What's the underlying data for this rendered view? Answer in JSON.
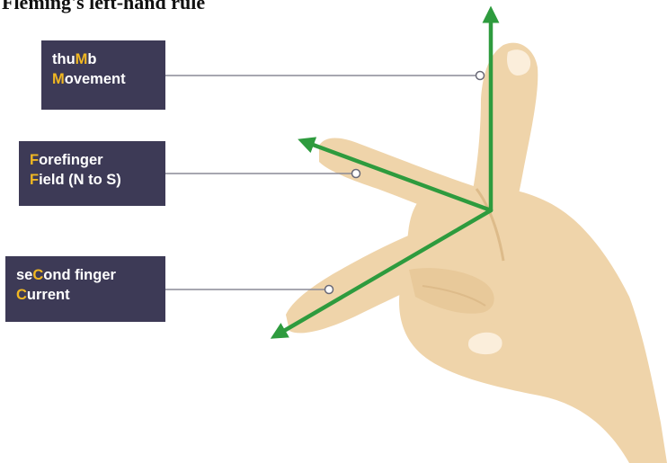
{
  "title": "Fleming's left-hand rule",
  "colors": {
    "arrow": "#2e9b3e",
    "label_bg": "#3d3a56",
    "label_text": "#ffffff",
    "highlight": "#f0b722",
    "skin": "#efd4aa",
    "skin_shadow": "#ddbb8a",
    "leader_line": "#8a8a96"
  },
  "labels": {
    "thumb": {
      "line1": {
        "a": "thu",
        "hl": "M",
        "b": "b"
      },
      "line2": {
        "a": "",
        "hl": "M",
        "b": "ovement"
      }
    },
    "forefinger": {
      "line1": {
        "a": "",
        "hl": "F",
        "b": "orefinger"
      },
      "line2": {
        "a": "",
        "hl": "F",
        "b": "ield (N to S)"
      }
    },
    "second_finger": {
      "line1": {
        "a": "se",
        "hl": "C",
        "b": "ond finger"
      },
      "line2": {
        "a": "",
        "hl": "C",
        "b": "urrent"
      }
    }
  }
}
